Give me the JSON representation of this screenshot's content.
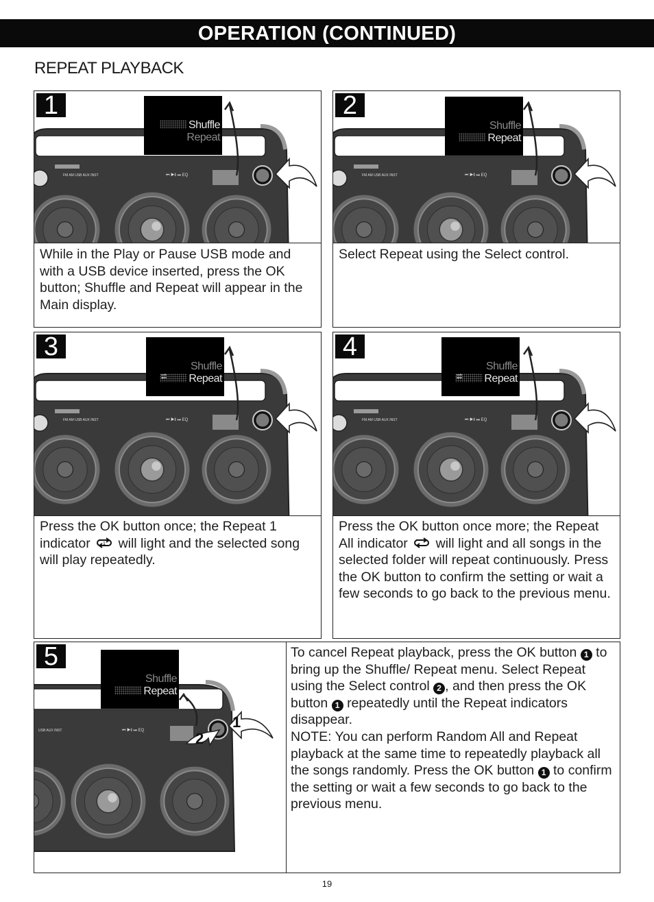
{
  "banner": {
    "title": "OPERATION (CONTINUED)"
  },
  "section": {
    "title": "REPEAT PLAYBACK"
  },
  "steps": [
    {
      "number": "1",
      "display": {
        "line1": "Shuffle",
        "line2": "Repeat"
      },
      "text": "While in the Play or Pause USB mode and with a USB device inserted, press the OK button; Shuffle and Repeat will appear in the Main display."
    },
    {
      "number": "2",
      "display": {
        "line1": "Shuffle",
        "line2": "Repeat"
      },
      "text": "Select Repeat using the Select control."
    },
    {
      "number": "3",
      "display": {
        "line1": "Shuffle",
        "line2": "Repeat"
      },
      "text_a": "Press the OK button once; the Repeat 1 indicator",
      "text_b": "will light and the selected song will play repeatedly."
    },
    {
      "number": "4",
      "display": {
        "line1": "Shuffle",
        "line2": "Repeat"
      },
      "text_a": "Press the OK button once more; the Repeat All indicator",
      "text_b": "will light and all songs in the selected folder will repeat continuously. Press the OK button to confirm the setting or wait a few seconds to go back to the previous menu."
    },
    {
      "number": "5",
      "display": {
        "line1": "Shuffle",
        "line2": "Repeat"
      },
      "callout1": "1",
      "callout2": "2"
    }
  ],
  "panel_labels": {
    "mode_labels": "FM   AM   USB   AUX   INST",
    "mode_labels_short": "USB   AUX   INST",
    "eq": "EQ"
  },
  "step5_text": {
    "p1_a": "To cancel Repeat playback, press the OK button",
    "p1_c1": "1",
    "p1_b": "to bring up the Shuffle/ Repeat menu. Select Repeat using the Select control",
    "p1_c2": "2",
    "p1_c": ", and then press the OK button",
    "p1_c3": "1",
    "p1_d": "repeatedly until the Repeat indicators disappear.",
    "note_label": "NOTE:",
    "note_a": "You can perform Random All and Repeat playback at the same time to repeatedly playback all the songs randomly. Press the OK button",
    "note_c": "1",
    "note_b": "to confirm the setting or wait a few seconds to go back to the previous menu."
  },
  "page_number": "19"
}
